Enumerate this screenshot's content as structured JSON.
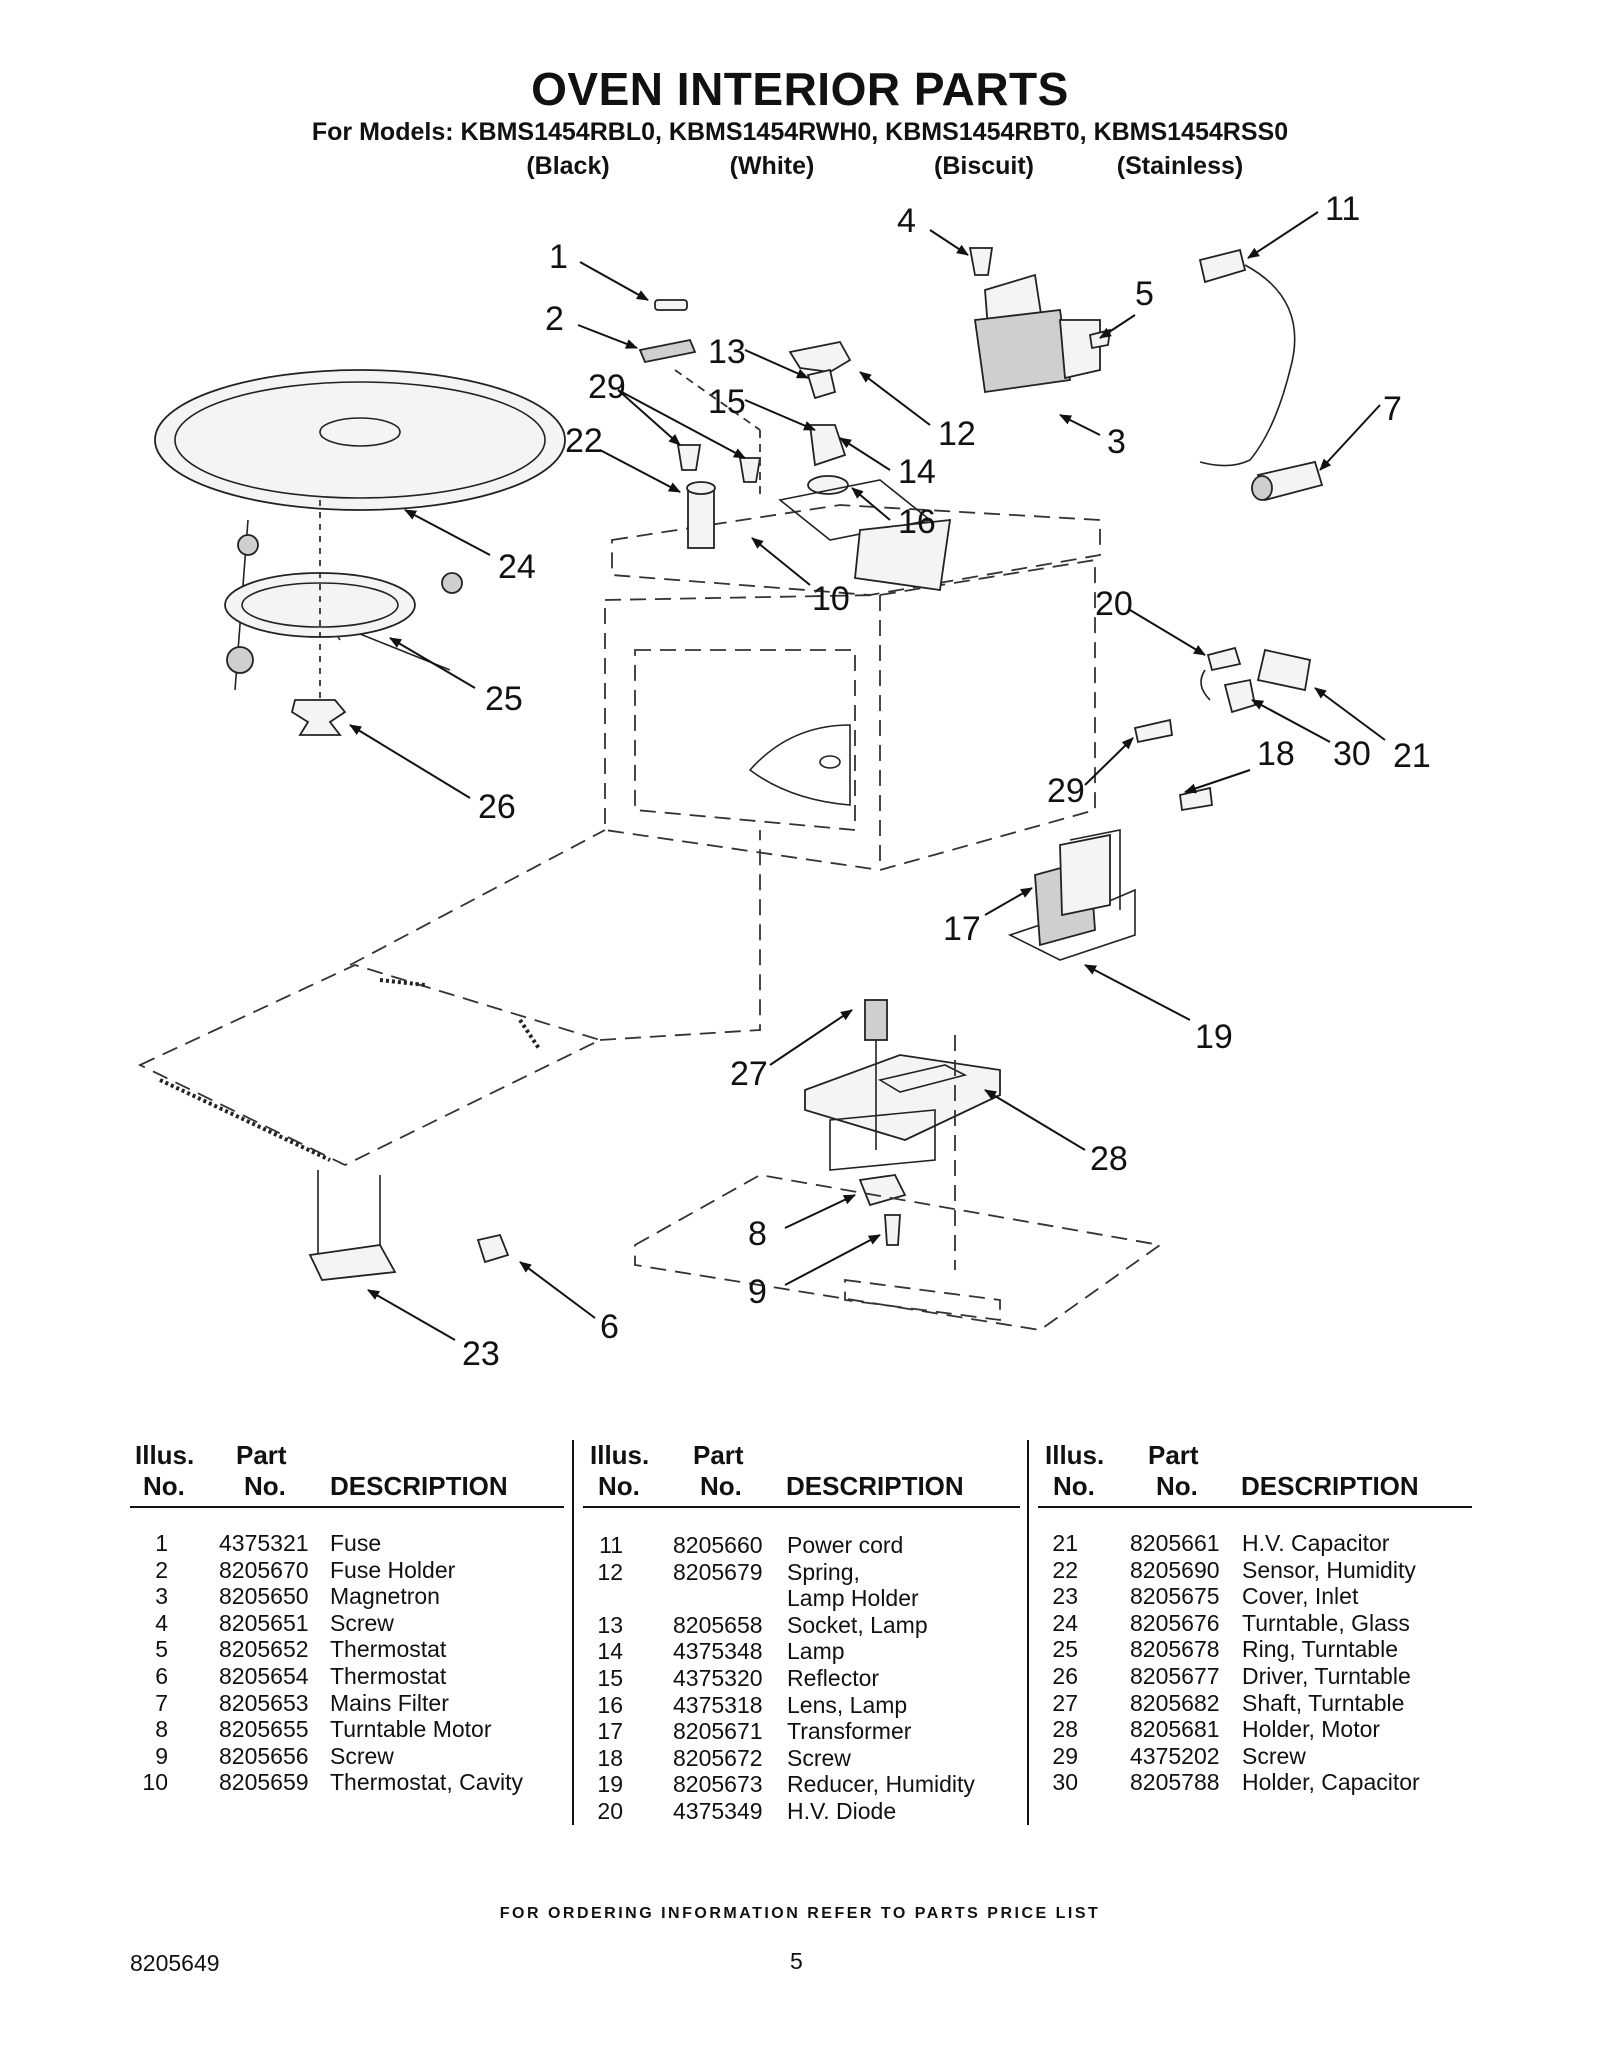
{
  "header": {
    "title": "OVEN INTERIOR PARTS",
    "models": "For Models: KBMS1454RBL0, KBMS1454RWH0, KBMS1454RBT0, KBMS1454RSS0",
    "variants": [
      "(Black)",
      "(White)",
      "(Biscuit)",
      "(Stainless)"
    ]
  },
  "callouts": [
    "1",
    "2",
    "3",
    "4",
    "5",
    "6",
    "7",
    "8",
    "9",
    "10",
    "11",
    "12",
    "13",
    "14",
    "15",
    "16",
    "17",
    "18",
    "19",
    "20",
    "21",
    "22",
    "23",
    "24",
    "25",
    "26",
    "27",
    "28",
    "29",
    "29",
    "30"
  ],
  "table": {
    "headers": {
      "illus_1": "Illus.",
      "illus_2": "No.",
      "part_1": "Part",
      "part_2": "No.",
      "desc": "DESCRIPTION"
    },
    "columns": [
      [
        {
          "no": "1",
          "part": "4375321",
          "desc": "Fuse"
        },
        {
          "no": "2",
          "part": "8205670",
          "desc": "Fuse Holder"
        },
        {
          "no": "3",
          "part": "8205650",
          "desc": "Magnetron"
        },
        {
          "no": "4",
          "part": "8205651",
          "desc": "Screw"
        },
        {
          "no": "5",
          "part": "8205652",
          "desc": "Thermostat"
        },
        {
          "no": "6",
          "part": "8205654",
          "desc": "Thermostat"
        },
        {
          "no": "7",
          "part": "8205653",
          "desc": "Mains Filter"
        },
        {
          "no": "8",
          "part": "8205655",
          "desc": "Turntable Motor"
        },
        {
          "no": "9",
          "part": "8205656",
          "desc": "Screw"
        },
        {
          "no": "10",
          "part": "8205659",
          "desc": "Thermostat, Cavity"
        }
      ],
      [
        {
          "no": "11",
          "part": "8205660",
          "desc": "Power cord"
        },
        {
          "no": "12",
          "part": "8205679",
          "desc": "Spring,",
          "desc2": "Lamp Holder"
        },
        {
          "no": "13",
          "part": "8205658",
          "desc": "Socket, Lamp"
        },
        {
          "no": "14",
          "part": "4375348",
          "desc": "Lamp"
        },
        {
          "no": "15",
          "part": "4375320",
          "desc": "Reflector"
        },
        {
          "no": "16",
          "part": "4375318",
          "desc": "Lens, Lamp"
        },
        {
          "no": "17",
          "part": "8205671",
          "desc": "Transformer"
        },
        {
          "no": "18",
          "part": "8205672",
          "desc": "Screw"
        },
        {
          "no": "19",
          "part": "8205673",
          "desc": "Reducer, Humidity"
        },
        {
          "no": "20",
          "part": "4375349",
          "desc": "H.V. Diode"
        }
      ],
      [
        {
          "no": "21",
          "part": "8205661",
          "desc": "H.V. Capacitor"
        },
        {
          "no": "22",
          "part": "8205690",
          "desc": "Sensor, Humidity"
        },
        {
          "no": "23",
          "part": "8205675",
          "desc": "Cover, Inlet"
        },
        {
          "no": "24",
          "part": "8205676",
          "desc": "Turntable, Glass"
        },
        {
          "no": "25",
          "part": "8205678",
          "desc": "Ring, Turntable"
        },
        {
          "no": "26",
          "part": "8205677",
          "desc": "Driver, Turntable"
        },
        {
          "no": "27",
          "part": "8205682",
          "desc": "Shaft, Turntable"
        },
        {
          "no": "28",
          "part": "8205681",
          "desc": "Holder, Motor"
        },
        {
          "no": "29",
          "part": "4375202",
          "desc": "Screw"
        },
        {
          "no": "30",
          "part": "8205788",
          "desc": "Holder, Capacitor"
        }
      ]
    ]
  },
  "footer": {
    "note": "FOR ORDERING INFORMATION REFER TO PARTS PRICE LIST",
    "doc_number": "8205649",
    "page_number": "5"
  }
}
